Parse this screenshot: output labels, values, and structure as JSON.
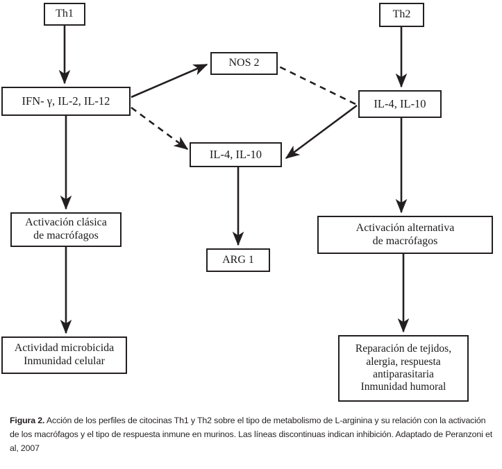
{
  "figure": {
    "caption_lead": "Figura 2.",
    "caption_body": " Acción de los perfiles de citocinas Th1 y Th2 sobre el tipo de metabolismo de L-arginina y su relación con la activación de los macrófagos y el tipo de respuesta inmune en murinos. Las líneas discontinuas indican inhibición. Adaptado de Peranzoni et al, 2007"
  },
  "colors": {
    "ink": "#231f20",
    "background": "#ffffff",
    "box_border": "#231f20",
    "edge": "#231f20"
  },
  "diagram": {
    "type": "flowchart",
    "nodes": [
      {
        "id": "th1",
        "label": "Th1"
      },
      {
        "id": "th2",
        "label": "Th2"
      },
      {
        "id": "ifn",
        "label": "IFN- γ, IL-2,  IL-12"
      },
      {
        "id": "nos2",
        "label": "NOS 2"
      },
      {
        "id": "il410_center",
        "label": "IL-4, IL-10"
      },
      {
        "id": "il410_right",
        "label": "IL-4, IL-10"
      },
      {
        "id": "arg1",
        "label": "ARG 1"
      },
      {
        "id": "act_clasica",
        "label": "Activación clásica\nde macrófagos"
      },
      {
        "id": "act_alt",
        "label": "Activación alternativa\nde macrófagos"
      },
      {
        "id": "microbicida",
        "label": "Actividad microbicida\nInmunidad celular"
      },
      {
        "id": "reparacion",
        "label": "Reparación de tejidos,\nalergia, respuesta\nantiparasitaria\nInmunidad humoral"
      }
    ],
    "edges": [
      {
        "from": "th1",
        "to": "ifn",
        "style": "solid",
        "meaning": "activation"
      },
      {
        "from": "th2",
        "to": "il410_right",
        "style": "solid",
        "meaning": "activation"
      },
      {
        "from": "ifn",
        "to": "nos2",
        "style": "solid",
        "meaning": "activation"
      },
      {
        "from": "ifn",
        "to": "il410_center",
        "style": "dashed",
        "meaning": "inhibition"
      },
      {
        "from": "il410_right",
        "to": "nos2",
        "style": "dashed",
        "meaning": "inhibition"
      },
      {
        "from": "il410_right",
        "to": "il410_center",
        "style": "solid",
        "meaning": "activation"
      },
      {
        "from": "ifn",
        "to": "act_clasica",
        "style": "solid",
        "meaning": "activation"
      },
      {
        "from": "il410_center",
        "to": "arg1",
        "style": "solid",
        "meaning": "activation"
      },
      {
        "from": "il410_right",
        "to": "act_alt",
        "style": "solid",
        "meaning": "activation"
      },
      {
        "from": "act_clasica",
        "to": "microbicida",
        "style": "solid",
        "meaning": "activation"
      },
      {
        "from": "act_alt",
        "to": "reparacion",
        "style": "solid",
        "meaning": "activation"
      }
    ],
    "legend_note": "Las líneas discontinuas indican inhibición."
  }
}
